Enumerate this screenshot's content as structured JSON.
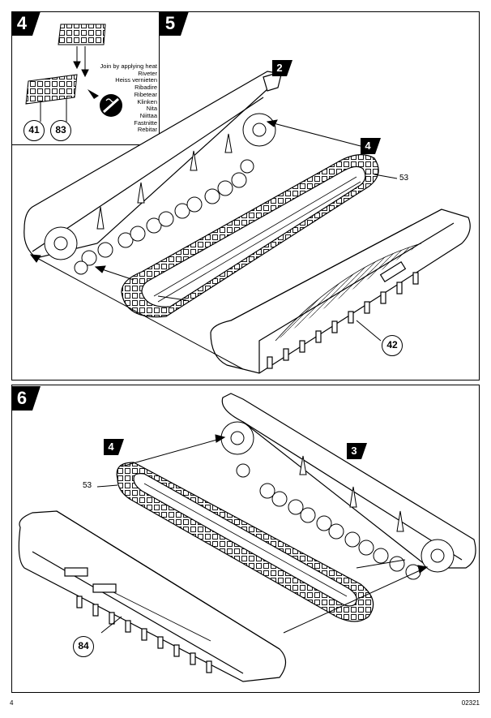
{
  "steps": {
    "inset_step": "4",
    "top_step": "5",
    "bottom_step": "6"
  },
  "inset": {
    "heading_lines": [
      "Join by applying heat",
      "Riveter",
      "Heiss vernieten",
      "Ribadire",
      "Ribetear",
      "Klinken",
      "Nita",
      "Niittaa",
      "Fastnitte",
      "Rebitar"
    ],
    "parts": [
      "41",
      "83"
    ]
  },
  "top_panel": {
    "ref_badges": [
      "2",
      "4"
    ],
    "track_part": "53",
    "side_part": "42"
  },
  "bottom_panel": {
    "ref_badges": [
      "4",
      "3"
    ],
    "track_part": "53",
    "side_part": "84"
  },
  "footer": {
    "page_number": "4",
    "catalog_number": "02321"
  },
  "icons": [
    "heat-tool-icon",
    "track-link-icon"
  ]
}
